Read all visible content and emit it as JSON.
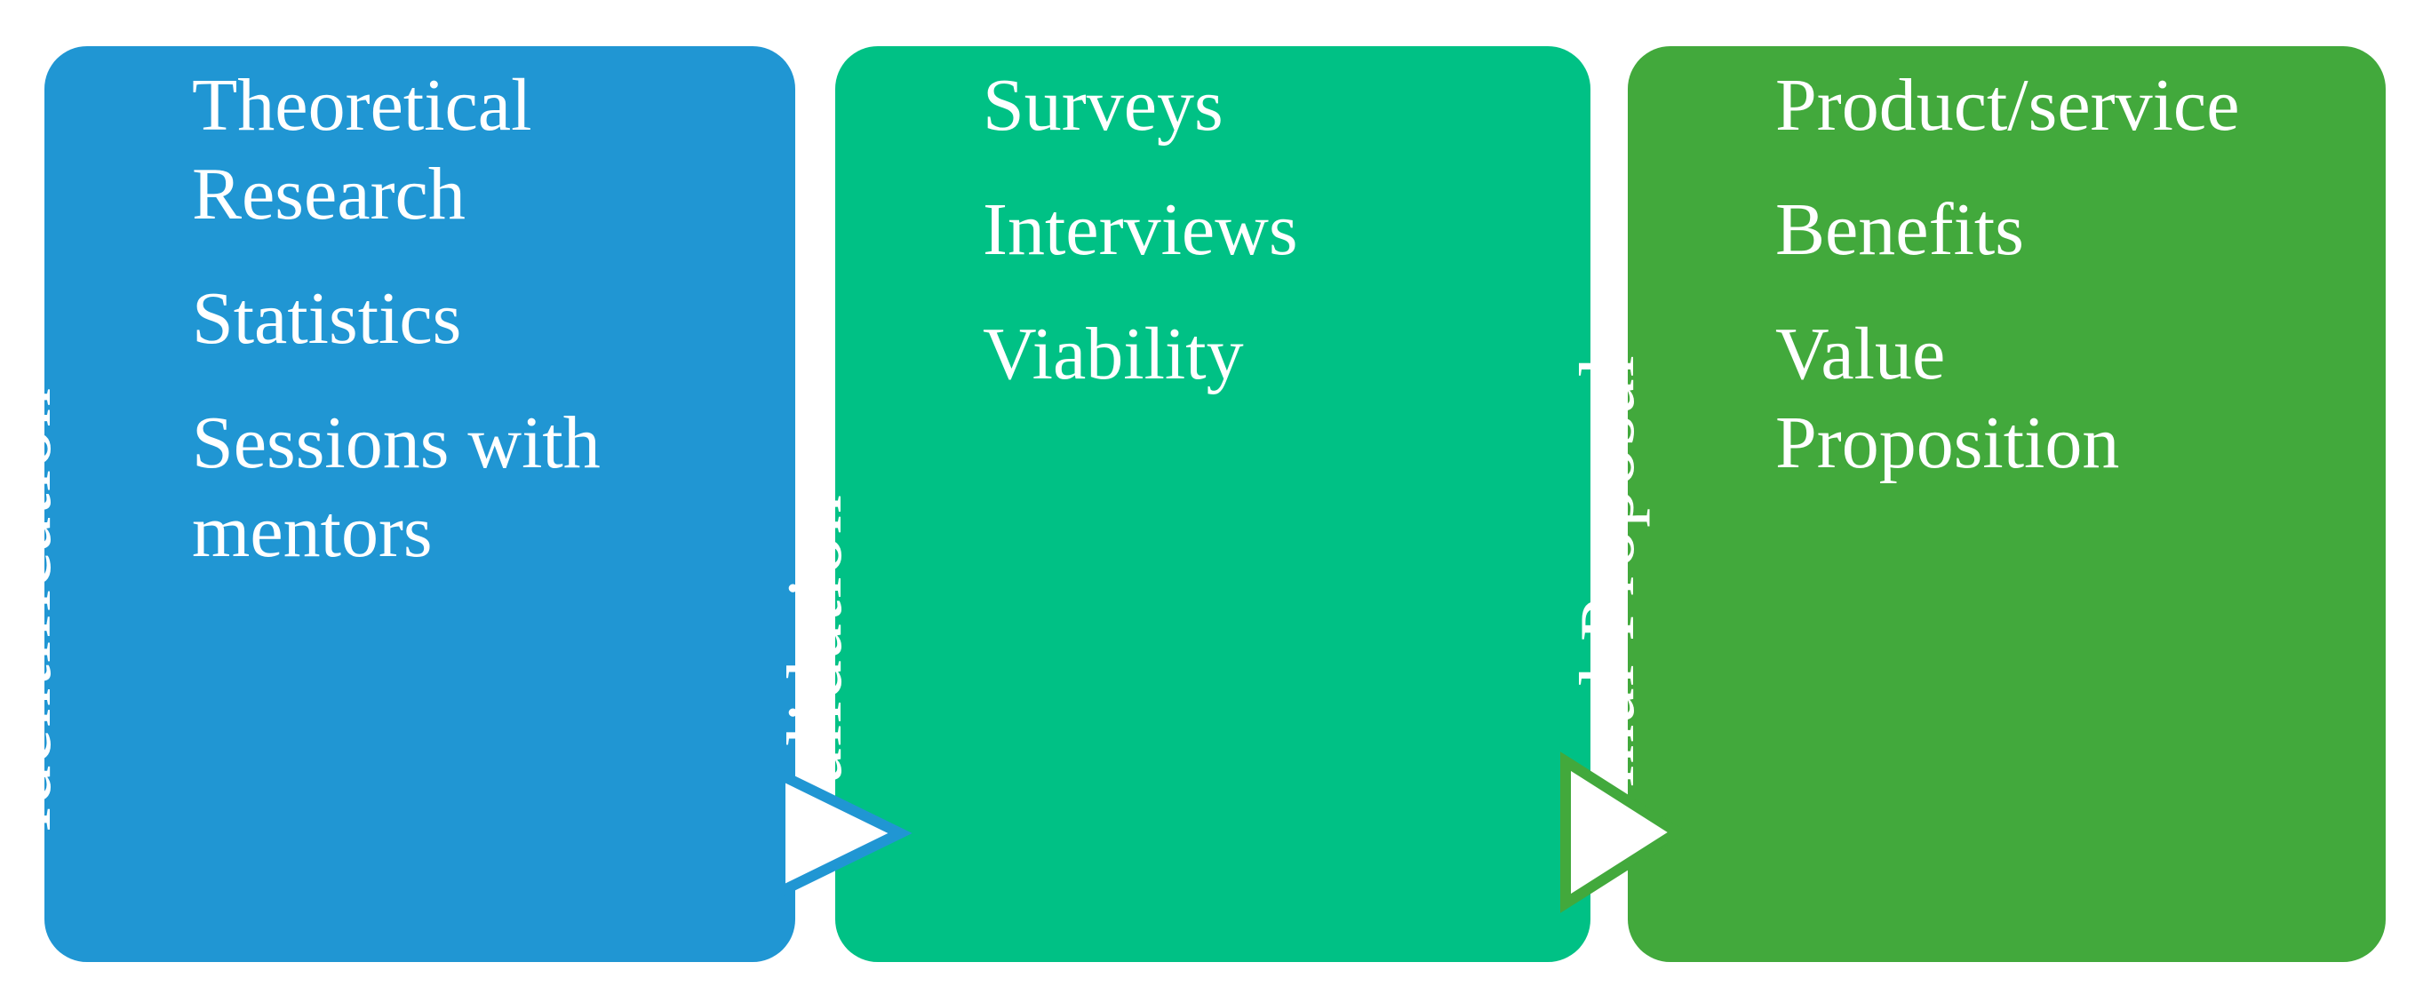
{
  "diagram": {
    "type": "process-flow",
    "background": "#ffffff",
    "text_color": "#ffffff",
    "stages": [
      {
        "title": "Identification",
        "color": "#2096d3",
        "items": [
          [
            "Theoretical",
            "Research"
          ],
          [
            "Statistics"
          ],
          [
            "Sessions with",
            "mentors"
          ]
        ]
      },
      {
        "title": "Validation",
        "color": "#00c185",
        "items": [
          [
            "Surveys"
          ],
          [
            "Interviews"
          ],
          [
            "Viability"
          ]
        ]
      },
      {
        "title": "Final Proposal",
        "color": "#42a93c",
        "items": [
          [
            "Product/service"
          ],
          [
            "Benefits"
          ],
          [
            "Value",
            "Proposition"
          ]
        ]
      }
    ],
    "arrows": [
      {
        "direction": "right",
        "fill": "#ffffff",
        "outline": "#2096d3"
      },
      {
        "direction": "right",
        "fill": "#ffffff",
        "outline": "#42a93c"
      }
    ]
  }
}
